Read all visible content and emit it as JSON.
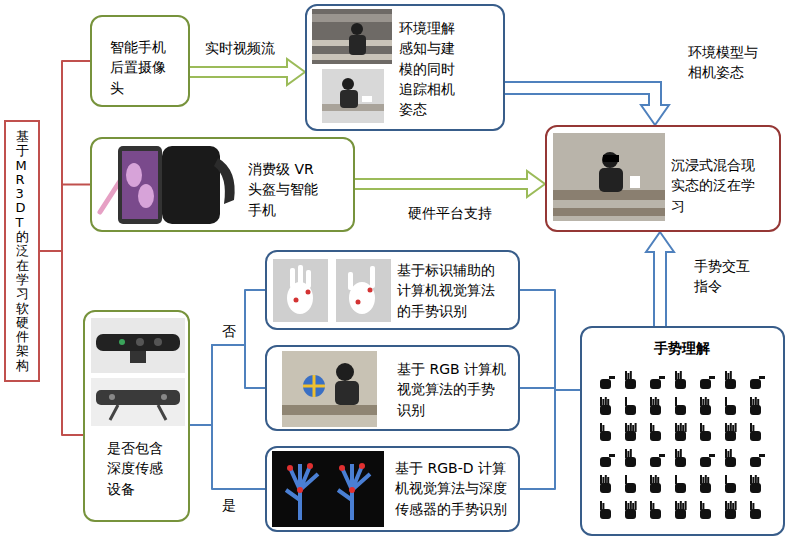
{
  "diagram": {
    "nodes": [
      {
        "text": [
          "基于MR3DT的泛在学习软硬件架构"
        ]
      },
      {
        "text": [
          "智能手机后置摄像头"
        ]
      },
      {
        "text": [
          "环境理解感知与建模的同时追踪相机姿态"
        ]
      },
      {
        "text": [
          "消费级 VR 头盔与智能手机"
        ]
      },
      {
        "text": [
          "沉浸式混合现实态的泛在学习"
        ]
      },
      {
        "text": [
          "是否包含深度传感设备"
        ]
      },
      {
        "text": [
          "基于标识辅助的计算机视觉算法的手势识别"
        ]
      },
      {
        "text": [
          "基于 RGB 计算机视觉算法的手势识别"
        ]
      },
      {
        "text": [
          "基于 RGB-D 计算机视觉算法与深度传感器的手势识别"
        ]
      },
      {
        "text": [
          "手势理解"
        ]
      }
    ],
    "edges": [
      {
        "from": 0,
        "to": 1,
        "arrow": "none"
      },
      {
        "from": 0,
        "to": 3,
        "arrow": "none"
      },
      {
        "from": 0,
        "to": 5,
        "arrow": "none"
      },
      {
        "from": 1,
        "to": 2,
        "label": "实时视频流",
        "arrow": "to"
      },
      {
        "from": 2,
        "to": 4,
        "label": "环境模型与相机姿态",
        "arrow": "to"
      },
      {
        "from": 3,
        "to": 4,
        "label": "硬件平台支持",
        "arrow": "to"
      },
      {
        "from": 9,
        "to": 4,
        "label": "手势交互指令",
        "arrow": "to"
      },
      {
        "from": 5,
        "to": 6,
        "label": "否",
        "arrow": "none"
      },
      {
        "from": 5,
        "to": 7,
        "arrow": "none"
      },
      {
        "from": 5,
        "to": 8,
        "label": "是",
        "arrow": "none"
      },
      {
        "from": 6,
        "to": 9,
        "arrow": "none"
      },
      {
        "from": 7,
        "to": 9,
        "arrow": "none"
      },
      {
        "from": 8,
        "to": 9,
        "arrow": "none"
      }
    ]
  }
}
